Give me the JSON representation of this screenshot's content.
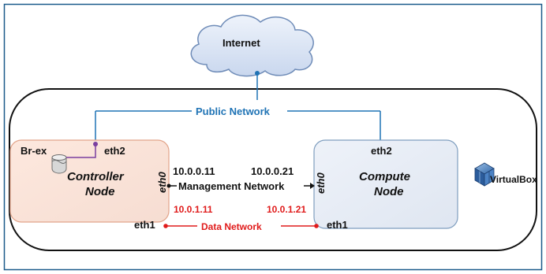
{
  "internet": {
    "label": "Internet"
  },
  "public_network": {
    "label": "Public Network"
  },
  "management_network": {
    "label": "Management Network"
  },
  "data_network": {
    "label": "Data Network"
  },
  "controller": {
    "title_line1": "Controller",
    "title_line2": "Node",
    "bridge_label": "Br-ex",
    "eth2": "eth2",
    "eth0": "eth0",
    "eth1": "eth1",
    "mgmt_ip": "10.0.0.11",
    "data_ip": "10.0.1.11"
  },
  "compute": {
    "title_line1": "Compute",
    "title_line2": "Node",
    "eth2": "eth2",
    "eth0": "eth0",
    "eth1": "eth1",
    "mgmt_ip": "10.0.0.21",
    "data_ip": "10.0.1.21"
  },
  "virtualbox": {
    "label": "VirtualBox"
  },
  "colors": {
    "public_line": "#1f73b5",
    "data_line": "#e01b1b",
    "frame_border": "#1a5a8a",
    "cloud_fill": "#dfe7f6",
    "controller_fill": "#fbe9e1",
    "compute_fill": "#e9eef6"
  }
}
